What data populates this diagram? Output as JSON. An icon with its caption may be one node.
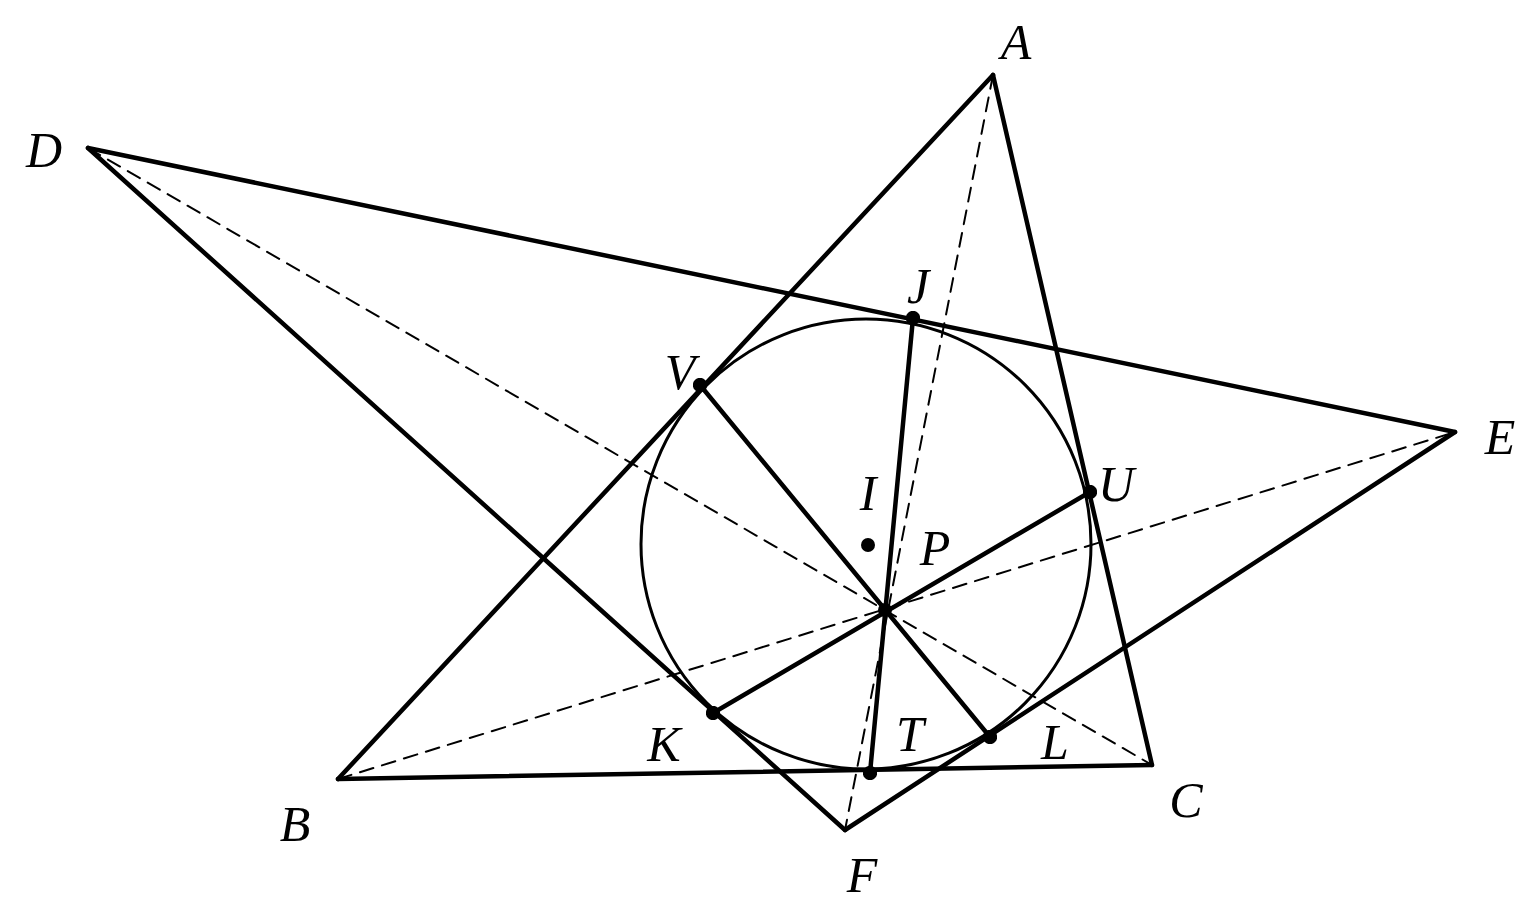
{
  "diagram": {
    "nodes": [
      {
        "text": [
          "A"
        ]
      },
      {
        "text": [
          "D"
        ]
      },
      {
        "text": [
          "J"
        ]
      },
      {
        "text": [
          "V"
        ]
      },
      {
        "text": [
          "E"
        ]
      },
      {
        "text": [
          "U"
        ]
      },
      {
        "text": [
          "K"
        ]
      },
      {
        "text": [
          "T"
        ]
      },
      {
        "text": [
          "L"
        ]
      },
      {
        "text": [
          "B"
        ]
      },
      {
        "text": [
          "C"
        ]
      },
      {
        "text": [
          "F"
        ]
      }
    ],
    "edges": [
      {
        "from": 0,
        "to": 9,
        "arrow": "none"
      },
      {
        "from": 9,
        "to": 10,
        "arrow": "none"
      },
      {
        "from": 10,
        "to": 0,
        "arrow": "none"
      },
      {
        "from": 1,
        "to": 4,
        "arrow": "none"
      },
      {
        "from": 4,
        "to": 11,
        "arrow": "none"
      },
      {
        "from": 11,
        "to": 1,
        "arrow": "none"
      },
      {
        "from": 0,
        "to": 11,
        "arrow": "none",
        "style": "dashed"
      },
      {
        "from": 1,
        "to": 10,
        "arrow": "none",
        "style": "dashed"
      },
      {
        "from": 9,
        "to": 4,
        "arrow": "none",
        "style": "dashed"
      },
      {
        "from": 2,
        "to": 7,
        "arrow": "other"
      },
      {
        "from": 3,
        "to": 8,
        "arrow": "other"
      },
      {
        "from": 6,
        "to": 5,
        "arrow": "other"
      }
    ],
    "labels": [
      "I",
      "P"
    ]
  }
}
